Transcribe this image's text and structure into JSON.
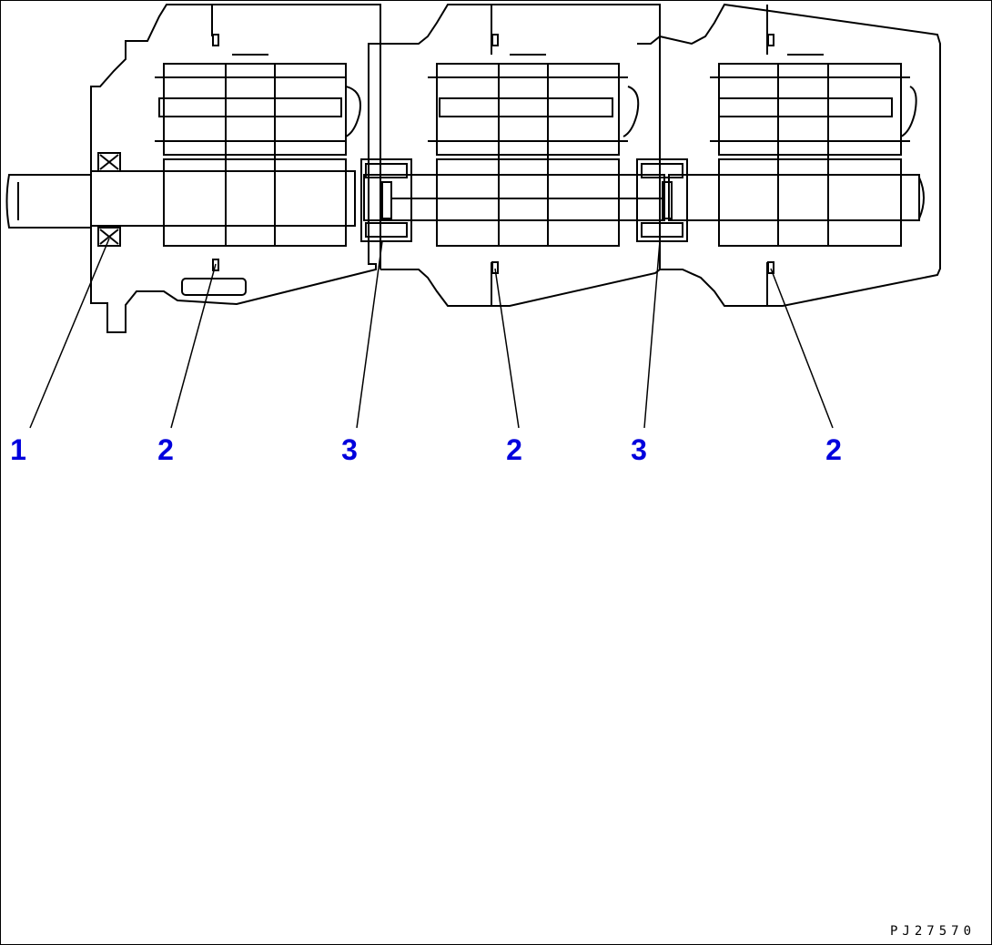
{
  "diagram": {
    "drawing_code": "PJ27570",
    "colors": {
      "line": "#000000",
      "callout": "#0000dd",
      "background": "#ffffff"
    },
    "callouts": [
      {
        "id": "c1",
        "label": "1"
      },
      {
        "id": "c2a",
        "label": "2"
      },
      {
        "id": "c3a",
        "label": "3"
      },
      {
        "id": "c2b",
        "label": "2"
      },
      {
        "id": "c3b",
        "label": "3"
      },
      {
        "id": "c2c",
        "label": "2"
      }
    ]
  }
}
